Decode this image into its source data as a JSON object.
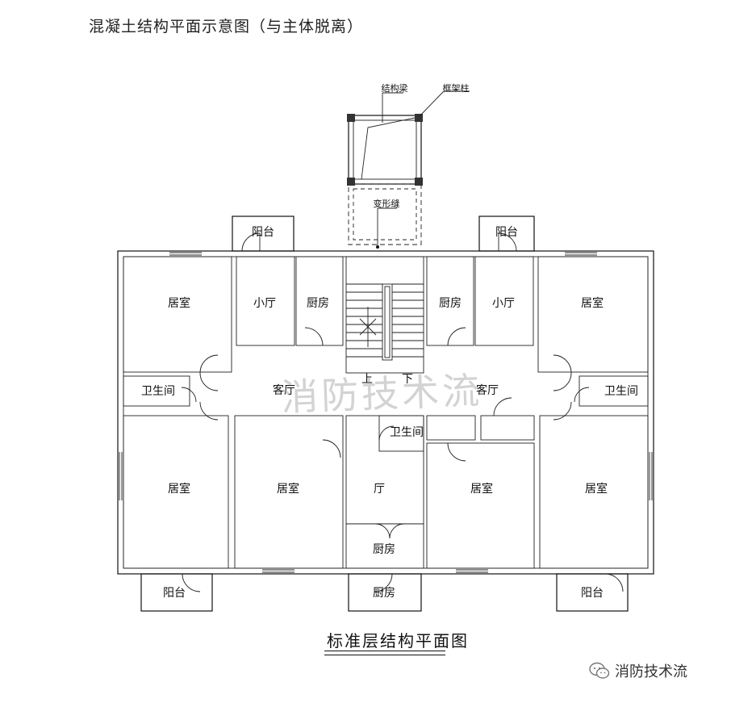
{
  "caption": "混凝土结构平面示意图（与主体脱离）",
  "annotations": {
    "beam": "结构梁",
    "column": "框架柱",
    "joint": "变形缝"
  },
  "rooms": {
    "balcony_tl": "阳台",
    "balcony_tr": "阳台",
    "bedroom_tl": "居室",
    "small_hall_l": "小厅",
    "kitchen_l": "厨房",
    "kitchen_r": "厨房",
    "small_hall_r": "小厅",
    "bedroom_tr": "居室",
    "bath_l": "卫生间",
    "living_l": "客厅",
    "up": "上",
    "down": "下",
    "living_r": "客厅",
    "bath_r": "卫生间",
    "bath_c": "卫生间",
    "bedroom_bl1": "居室",
    "bedroom_bl2": "居室",
    "hall_c": "厅",
    "bedroom_br1": "居室",
    "bedroom_br2": "居室",
    "kitchen_c": "厨房",
    "balcony_bl": "阳台",
    "kitchen_bc": "厨房",
    "balcony_br": "阳台"
  },
  "plan_title": "标准层结构平面图",
  "watermark": "消防技术流",
  "wechat_label": "消防技术流"
}
